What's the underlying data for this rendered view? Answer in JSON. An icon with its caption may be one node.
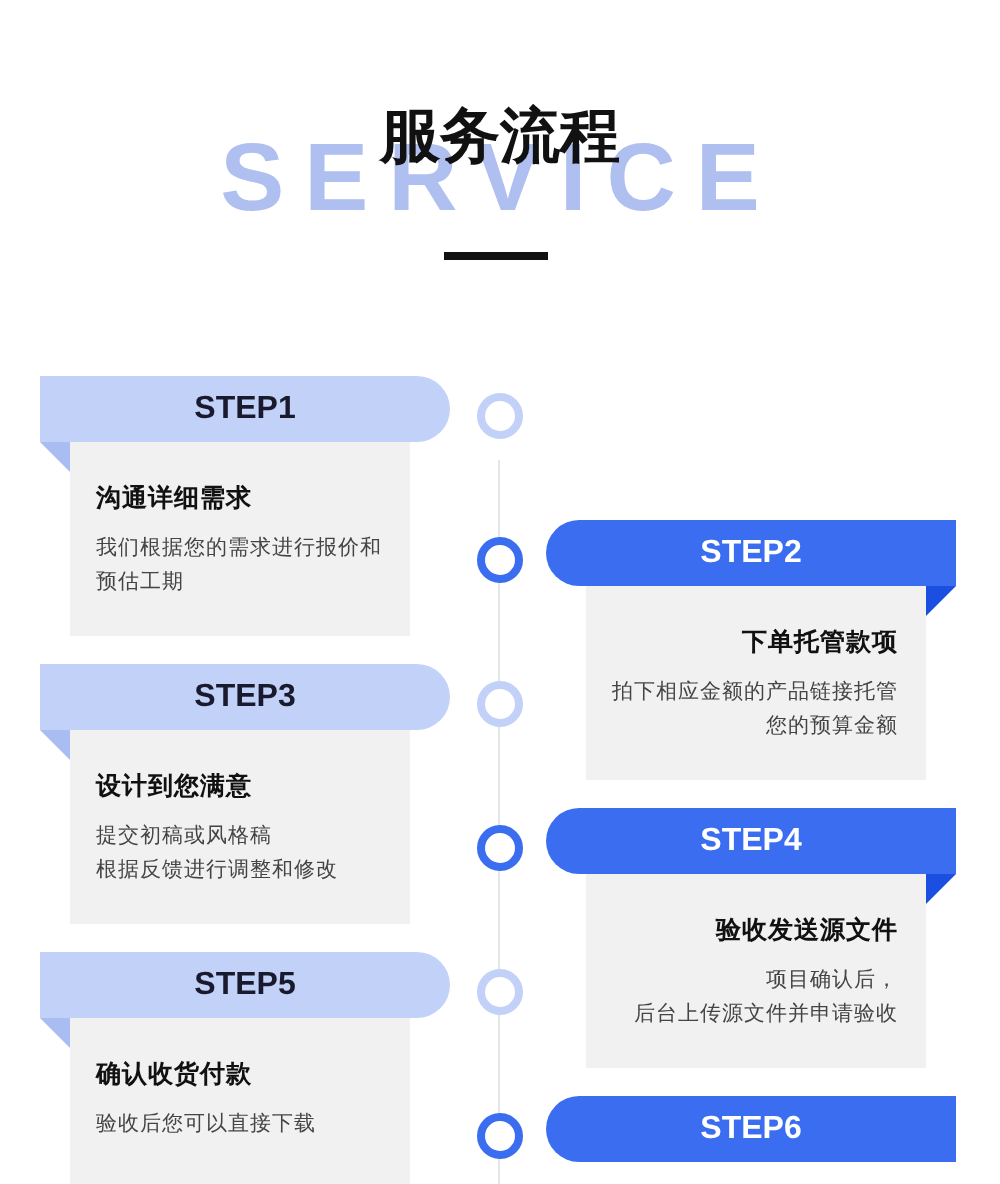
{
  "diagram": {
    "title": "服务流程",
    "nodes": [
      {
        "text": [
          "STEP1",
          "沟通详细需求",
          "我们根据您的需求进行报价和预估工期"
        ]
      },
      {
        "text": [
          "STEP2",
          "下单托管款项",
          "拍下相应金额的产品链接托管您的预算金额"
        ]
      },
      {
        "text": [
          "STEP3",
          "设计到您满意",
          "提交初稿或风格稿",
          "根据反馈进行调整和修改"
        ]
      },
      {
        "text": [
          "STEP4",
          "验收发送源文件",
          "项目确认后，",
          "后台上传源文件并申请验收"
        ]
      },
      {
        "text": [
          "STEP5",
          "确认收货付款",
          "验收后您可以直接下载"
        ]
      },
      {
        "text": [
          "STEP6"
        ]
      }
    ],
    "labels": [
      "SERVICE"
    ]
  }
}
